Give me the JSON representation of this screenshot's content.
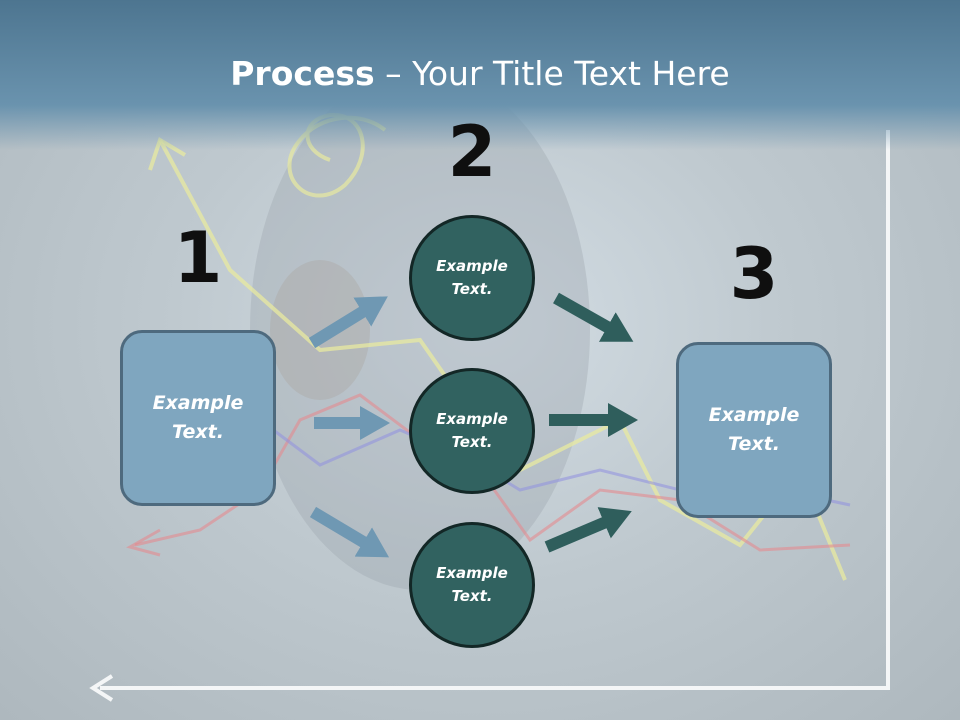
{
  "title": {
    "bold": "Process",
    "separator": " – ",
    "rest": "Your Title Text Here"
  },
  "steps": {
    "one": "1",
    "two": "2",
    "three": "3"
  },
  "boxes": {
    "left": "Example\nText.",
    "right": "Example\nText."
  },
  "circles": {
    "top": "Example\nText.",
    "middle": "Example\nText.",
    "bottom": "Example\nText."
  },
  "colors": {
    "box_fill": "#7fa6bf",
    "box_border": "#4e6a7e",
    "circle_fill": "#316260",
    "circle_border": "#132726",
    "arrow_light": "#6f98b3",
    "arrow_dark": "#2f5e5c",
    "header": "#5a8aa8"
  }
}
